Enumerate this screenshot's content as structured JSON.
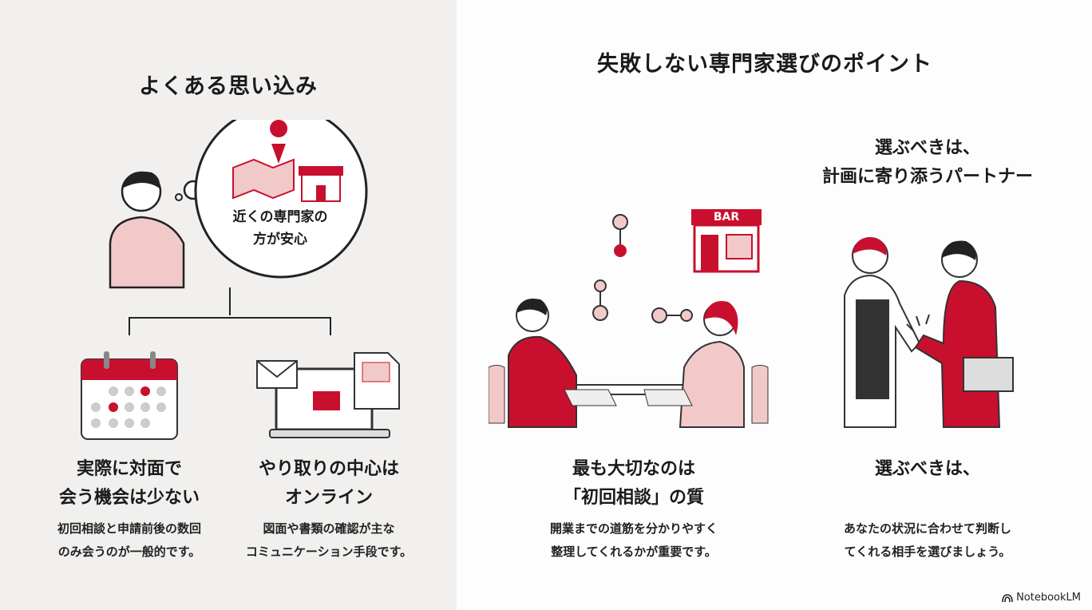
{
  "left": {
    "title": "よくある思い込み",
    "bubble": "近くの専門家の方が安心",
    "bubble_lines": [
      "近くの専門家の",
      "方が安心"
    ],
    "cards": [
      {
        "title_lines": [
          "実際に対面で",
          "会う機会は少ない"
        ],
        "desc_lines": [
          "初回相談と申請前後の数回",
          "のみ会うのが一般的です。"
        ]
      },
      {
        "title_lines": [
          "やり取りの中心は",
          "オンライン"
        ],
        "desc_lines": [
          "図面や書類の確認が主な",
          "コミュニケーション手段です。"
        ]
      }
    ]
  },
  "right": {
    "title": "失敗しない専門家選びのポイント",
    "partner_heading_lines": [
      "選ぶべきは、",
      "計画に寄り添うパートナー"
    ],
    "shop_sign": "BAR",
    "cards": [
      {
        "title_lines": [
          "最も大切なのは",
          "「初回相談」の質"
        ],
        "desc_lines": [
          "開業までの道筋を分かりやすく",
          "整理してくれるかが重要です。"
        ]
      },
      {
        "title_lines": [
          "選ぶべきは、"
        ],
        "desc_lines": [
          "あなたの状況に合わせて判断し",
          "てくれる相手を選びましょう。"
        ]
      }
    ]
  },
  "brand": "NotebookLM",
  "colors": {
    "accent": "#c8102e",
    "pink": "#f2c9c9",
    "left_bg": "#f1f0ee"
  }
}
